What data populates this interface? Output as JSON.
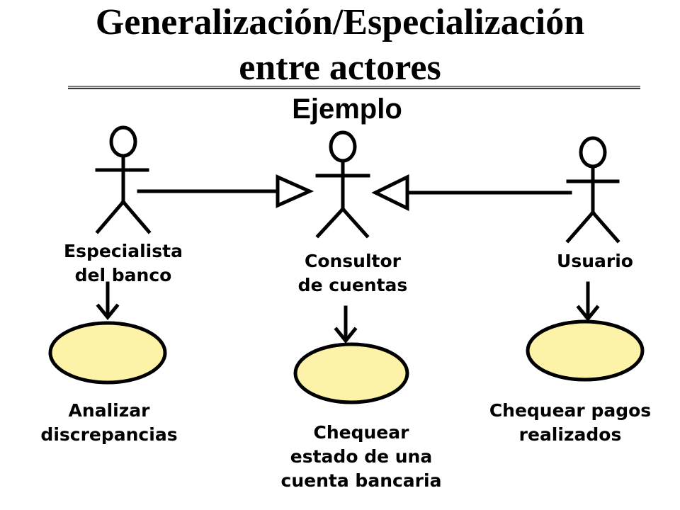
{
  "title": {
    "line1": "Generalización/Especialización",
    "line2": "entre actores"
  },
  "subtitle": "Ejemplo",
  "actors": {
    "especialista": "Especialista\ndel banco",
    "consultor": "Consultor\nde cuentas",
    "usuario": "Usuario"
  },
  "use_cases": {
    "analizar": "Analizar\ndiscrepancias",
    "chequear_estado": "Chequear\nestado de una\ncuenta bancaria",
    "chequear_pagos": "Chequear pagos\nrealizados"
  },
  "colors": {
    "use_case_fill": "#fcf3a8",
    "stroke": "#000000"
  }
}
